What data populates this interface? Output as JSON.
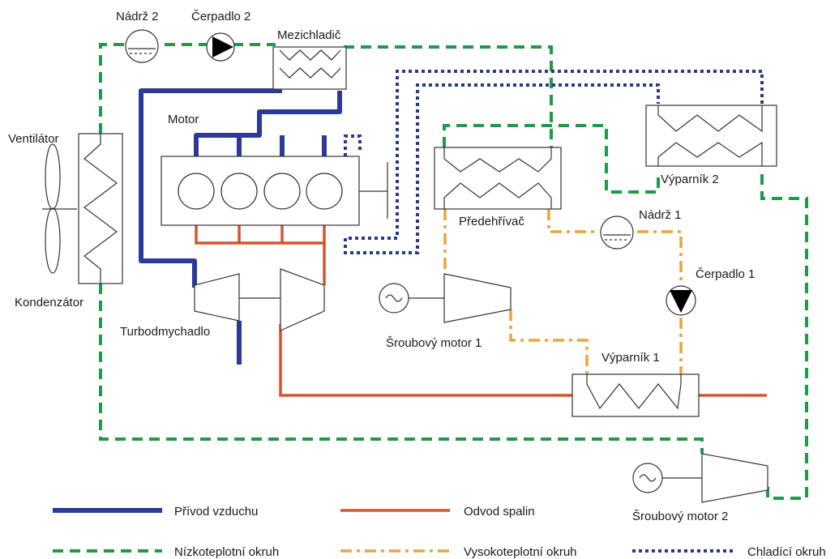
{
  "labels": {
    "tank2": "Nádrž 2",
    "pump2": "Čerpadlo 2",
    "intercooler": "Mezichladič",
    "motor": "Motor",
    "fan": "Ventilátor",
    "condenser": "Kondenzátor",
    "turbocharger": "Turbodmychadlo",
    "preheater": "Předehřívač",
    "evaporator2": "Výparník 2",
    "tank1": "Nádrž 1",
    "pump1": "Čerpadlo 1",
    "screw_motor1": "Šroubový motor 1",
    "evaporator1": "Výparník 1",
    "screw_motor2": "Šroubový motor 2"
  },
  "legend": {
    "air_intake": "Přívod vzduchu",
    "exhaust": "Odvod spalin",
    "low_temp": "Nízkoteplotní okruh",
    "high_temp": "Vysokoteplotní okruh",
    "cooling": "Chladící okruh"
  },
  "colors": {
    "air_intake": "#2a3a96",
    "exhaust": "#d4552d",
    "low_temp": "#1f9a4a",
    "high_temp": "#e8a63a",
    "cooling": "#273a85"
  }
}
